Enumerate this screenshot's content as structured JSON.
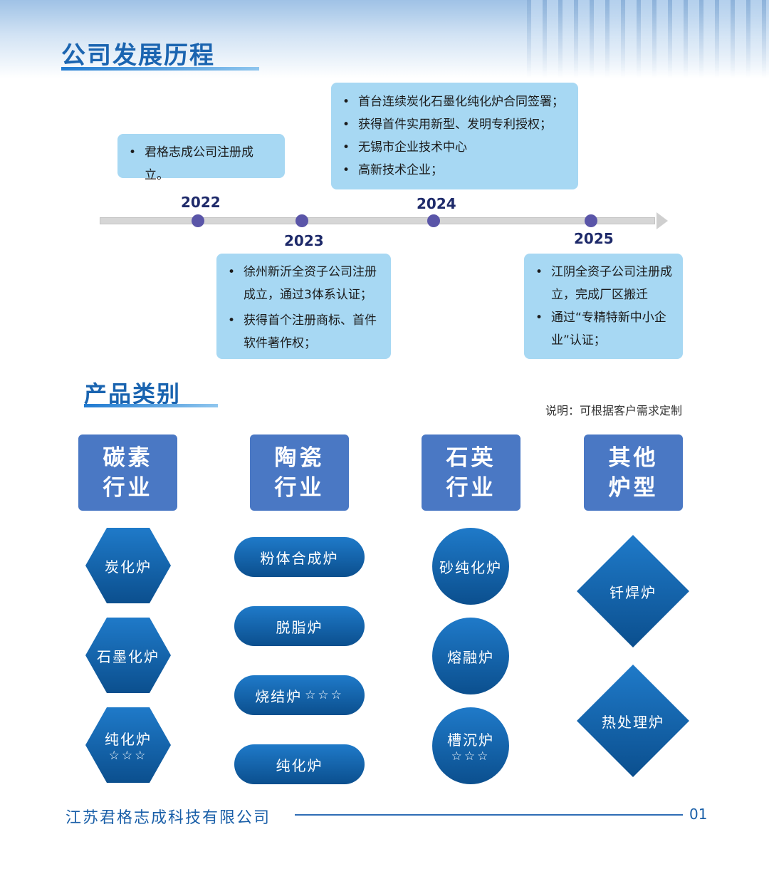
{
  "history": {
    "title": "公司发展历程",
    "years": [
      "2022",
      "2023",
      "2024",
      "2025"
    ],
    "events": [
      {
        "year": "2022",
        "items": [
          "君格志成公司注册成立。"
        ]
      },
      {
        "year": "2023",
        "items": [
          "徐州新沂全资子公司注册成立，通过3体系认证；",
          "获得首个注册商标、首件软件著作权；"
        ]
      },
      {
        "year": "2024",
        "items": [
          "首台连续炭化石墨化纯化炉合同签署；",
          "获得首件实用新型、发明专利授权；",
          "无锡市企业技术中心",
          "高新技术企业；"
        ]
      },
      {
        "year": "2025",
        "items": [
          "江阴全资子公司注册成立，完成厂区搬迁",
          "通过“专精特新中小企业”认证；"
        ]
      }
    ]
  },
  "products": {
    "title": "产品类别",
    "note": "说明：可根据客户需求定制",
    "categories": [
      {
        "line1": "碳素",
        "line2": "行业",
        "items": [
          {
            "name": "炭化炉",
            "stars": ""
          },
          {
            "name": "石墨化炉",
            "stars": ""
          },
          {
            "name": "纯化炉",
            "stars": "☆☆☆"
          }
        ]
      },
      {
        "line1": "陶瓷",
        "line2": "行业",
        "items": [
          {
            "name": "粉体合成炉",
            "stars": ""
          },
          {
            "name": "脱脂炉",
            "stars": ""
          },
          {
            "name": "烧结炉",
            "stars": "☆☆☆"
          },
          {
            "name": "纯化炉",
            "stars": ""
          }
        ]
      },
      {
        "line1": "石英",
        "line2": "行业",
        "items": [
          {
            "name": "砂纯化炉",
            "stars": ""
          },
          {
            "name": "熔融炉",
            "stars": ""
          },
          {
            "name": "槽沉炉",
            "stars": "☆☆☆"
          }
        ]
      },
      {
        "line1": "其他",
        "line2": "炉型",
        "items": [
          {
            "name": "钎焊炉",
            "stars": ""
          },
          {
            "name": "热处理炉",
            "stars": ""
          }
        ]
      }
    ]
  },
  "footer": {
    "company": "江苏君格志成科技有限公司",
    "page": "01"
  },
  "colors": {
    "accent": "#1a64b0",
    "timeline_box": "#a7d8f3",
    "category_box": "#4a78c4",
    "shape_gradient_top": "#1f7ac9",
    "shape_gradient_bottom": "#0b4f8e",
    "dot": "#5a55a8"
  }
}
